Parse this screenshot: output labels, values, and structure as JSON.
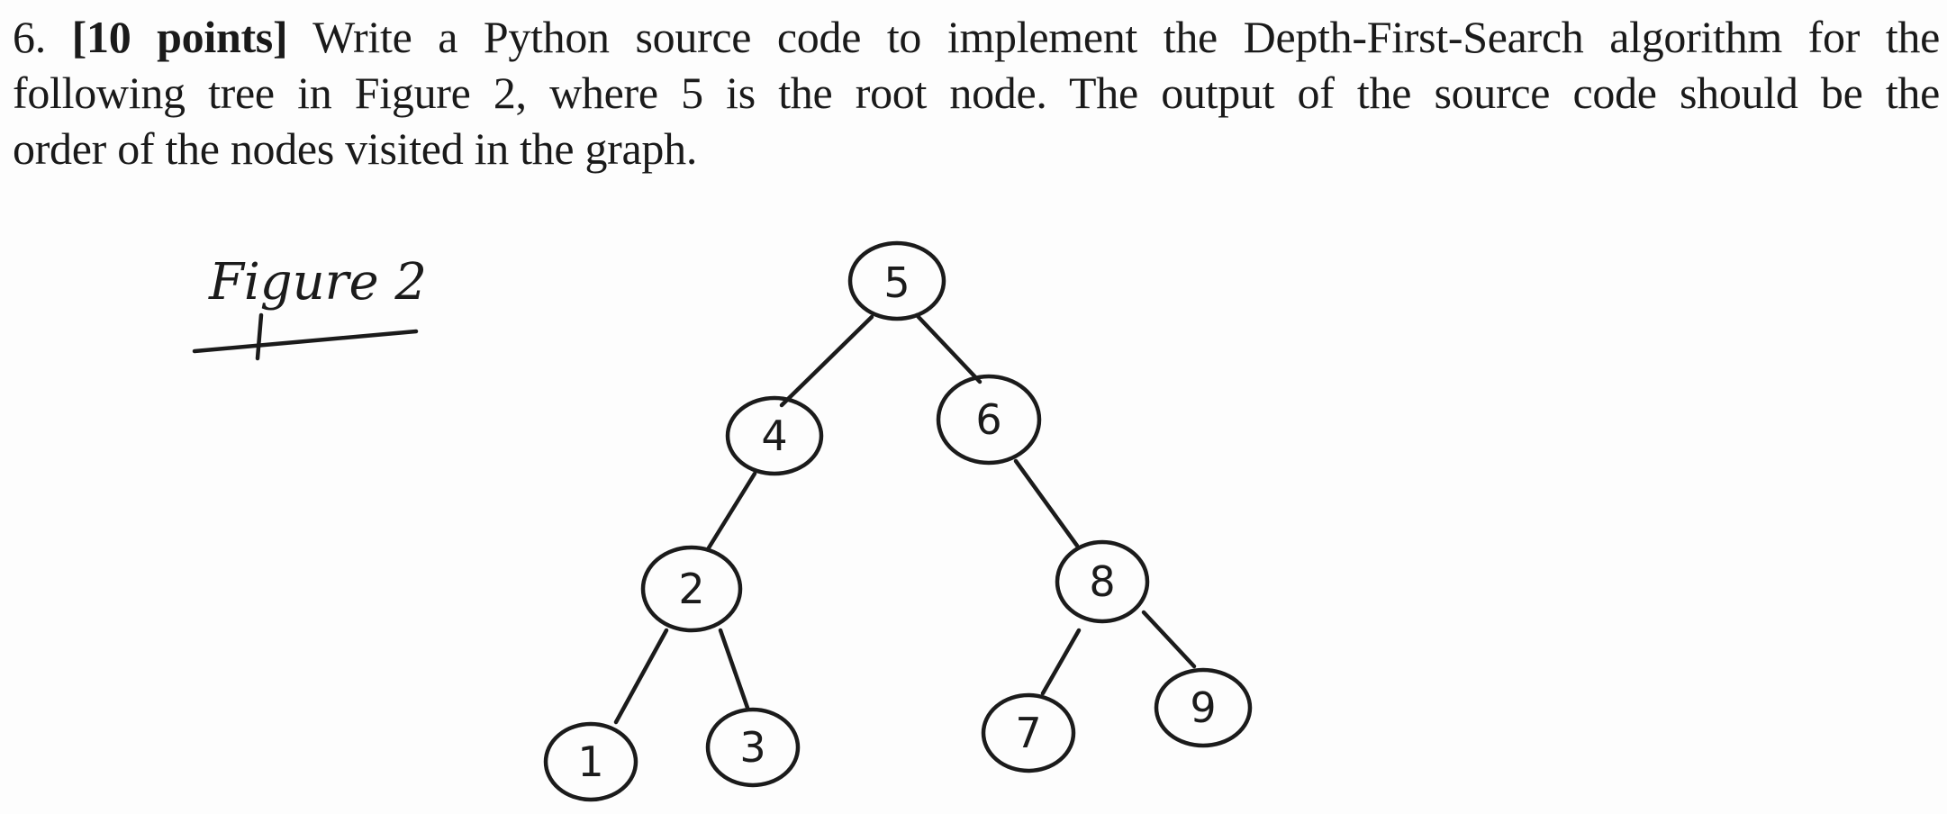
{
  "question": {
    "number": "6.",
    "points": "[10 points]",
    "line1_rest": "Write a Python source code to implement the Depth-First-Search algorithm for the",
    "line2": "following tree in Figure 2, where 5 is the root node. The output of the source code should be the",
    "line3": "order of the nodes visited in the graph."
  },
  "figure": {
    "label": "Figure 2",
    "nodes": {
      "n5": "5",
      "n4": "4",
      "n6": "6",
      "n2": "2",
      "n8": "8",
      "n1": "1",
      "n3": "3",
      "n7": "7",
      "n9": "9"
    }
  }
}
